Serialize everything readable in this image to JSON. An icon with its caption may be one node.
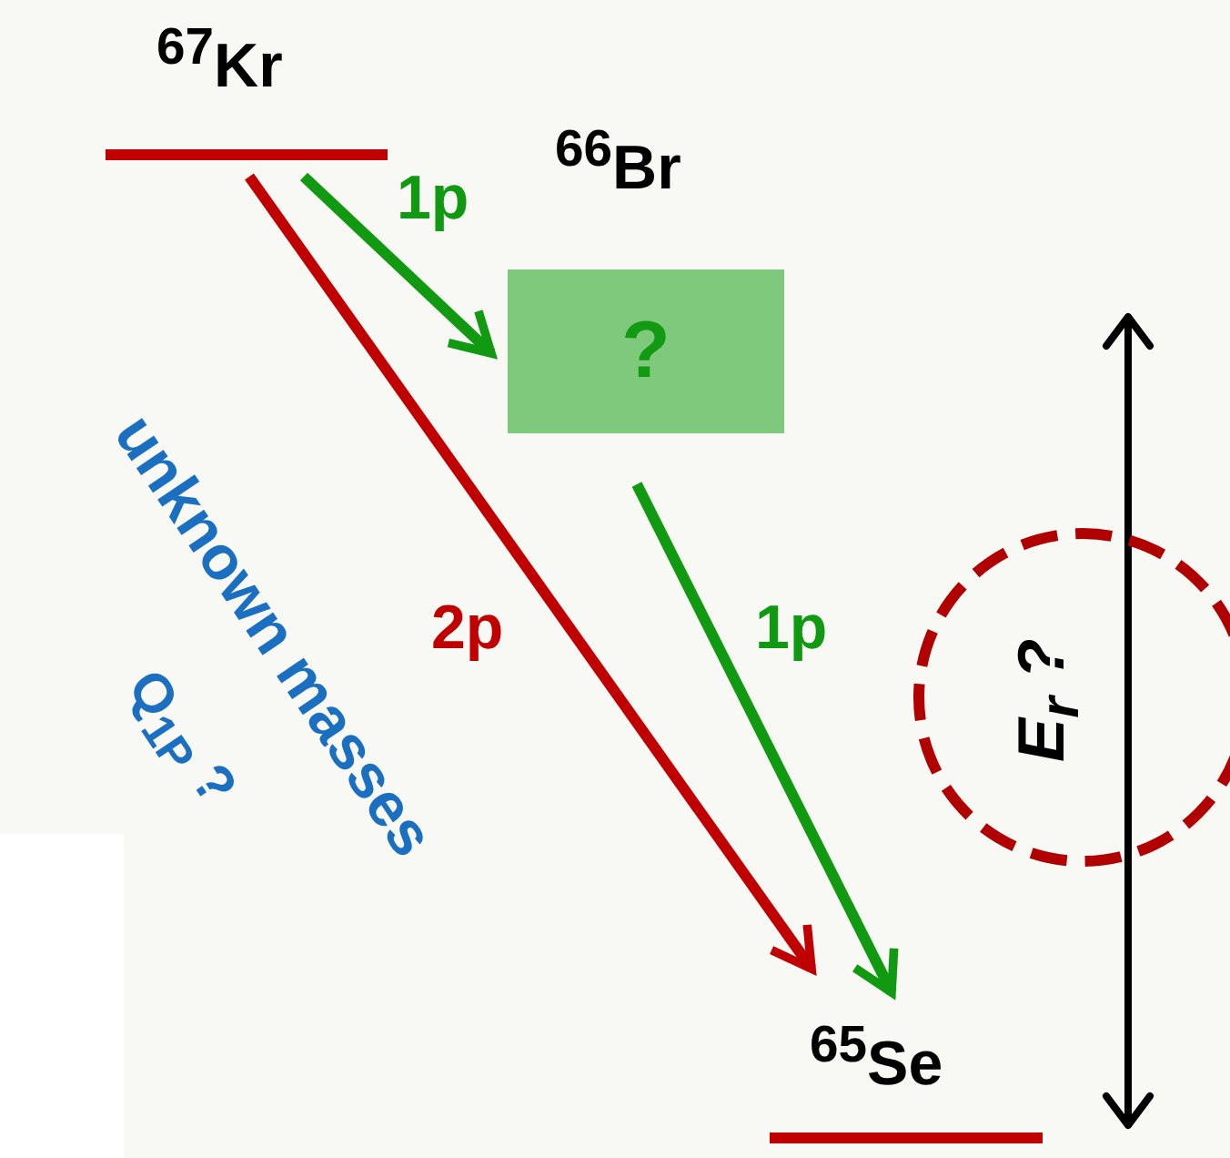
{
  "diagram": {
    "nodes": [
      {
        "text": [
          "$^{67}$Kr"
        ]
      },
      {
        "text": [
          "$^{66}$Br",
          "?"
        ]
      },
      {
        "text": [
          "$^{65}$Se"
        ]
      },
      {
        "text": [
          "E$_{r}$ ?"
        ]
      }
    ],
    "edges": [
      {
        "from": 0,
        "to": 1,
        "arrow": "to",
        "label": "1p",
        "color": "#119911"
      },
      {
        "from": 1,
        "to": 2,
        "arrow": "to",
        "label": "1p",
        "color": "#119911"
      },
      {
        "from": 0,
        "to": 2,
        "arrow": "to",
        "label": "2p",
        "color": "#c00000"
      }
    ],
    "labels": [
      "unknown masses",
      "Q$_{1P}$ ?"
    ]
  }
}
